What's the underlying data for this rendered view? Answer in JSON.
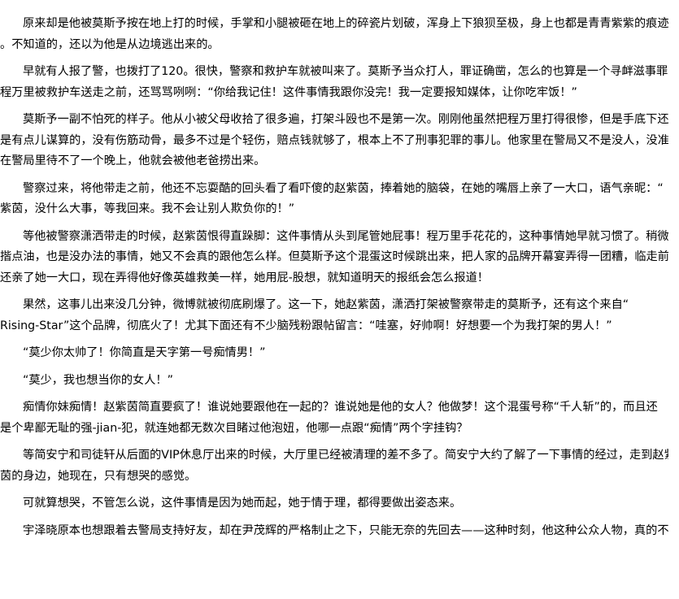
{
  "paragraphs": [
    [
      "原来却是他被莫斯予按在地上打的时候，手掌和小腿被砸在地上的碎瓷片划破，浑身上下狼狈至极，身上也都是青青紫紫的痕迹",
      "。不知道的，还以为他是从边境逃出来的。"
    ],
    [
      "早就有人报了警，也拨打了120。很快，警察和救护车就被叫来了。莫斯予当众打人，罪证确凿，怎么的也算是一个寻衅滋事罪。",
      "程万里被救护车送走之前，还骂骂咧咧：“你给我记住！这件事情我跟你没完！我一定要报知媒体，让你吃牢饭！”"
    ],
    [
      "莫斯予一副不怕死的样子。他从小被父母收拾了很多遍，打架斗殴也不是第一次。刚刚他虽然把程万里打得很惨，但是手底下还",
      "是有点儿谋算的，没有伤筋动骨，最多不过是个轻伤，赔点钱就够了，根本上不了刑事犯罪的事儿。他家里在警局又不是没人，没准",
      "在警局里待不了一个晚上，他就会被他老爸捞出来。"
    ],
    [
      "警察过来，将他带走之前，他还不忘耍酷的回头看了看吓傻的赵紫茵，捧着她的脑袋，在她的嘴唇上亲了一大口，语气亲昵：“",
      "紫茵，没什么大事，等我回来。我不会让别人欺负你的！”"
    ],
    [
      "等他被警察潇洒带走的时候，赵紫茵恨得直跺脚：这件事情从头到尾管她屁事！程万里手花花的，这种事情她早就习惯了。稍微",
      "揩点油，也是没办法的事情，她又不会真的跟他怎么样。但莫斯予这个混蛋这时候跳出来，把人家的品牌开幕宴弄得一团糟，临走前",
      "还亲了她一大口，现在弄得他好像英雄救美一样，她用屁-股想，就知道明天的报纸会怎么报道！"
    ],
    [
      "果然，这事儿出来没几分钟，微博就被彻底刷爆了。这一下，她赵紫茵，潇洒打架被警察带走的莫斯予，还有这个来自“",
      "Rising-Star”这个品牌，彻底火了！尤其下面还有不少脑残粉跟帖留言：“哇塞，好帅啊！好想要一个为我打架的男人！”"
    ],
    [
      "“莫少你太帅了！你简直是天字第一号痴情男！”"
    ],
    [
      "“莫少，我也想当你的女人！”"
    ],
    [
      "痴情你妹痴情！赵紫茵简直要疯了！谁说她要跟他在一起的？谁说她是他的女人？他做梦！这个混蛋号称“千人斩”的，而且还",
      "是个卑鄙无耻的强-jian-犯，就连她都无数次目睹过他泡妞，他哪一点跟“痴情”两个字挂钩？"
    ],
    [
      "等简安宁和司徒轩从后面的VIP休息厅出来的时候，大厅里已经被清理的差不多了。简安宁大约了解了一下事情的经过，走到赵紫",
      "茵的身边，她现在，只有想哭的感觉。"
    ],
    [
      "可就算想哭，不管怎么说，这件事情是因为她而起，她于情于理，都得要做出姿态来。"
    ],
    [
      "宇泽晓原本也想跟着去警局支持好友，却在尹茂辉的严格制止之下，只能无奈的先回去——这种时刻，他这种公众人物，真的不"
    ]
  ]
}
